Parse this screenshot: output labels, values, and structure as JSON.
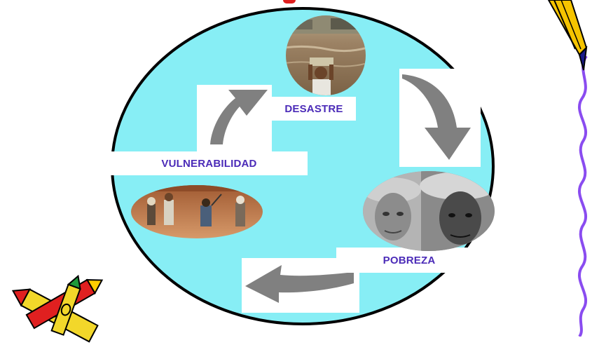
{
  "diagram": {
    "labels": {
      "desastre": "DESASTRE",
      "pobreza": "POBREZA",
      "vulnerabilidad": "VULNERABILIDAD"
    }
  },
  "colors": {
    "circle_fill": "#87eef5",
    "label_text": "#4b2bb8",
    "arrow_fill": "#808080",
    "accent_red": "#e02020",
    "wavy_line": "#8a4cf0"
  },
  "icons": [
    "pencil-icon",
    "crayons-icon"
  ]
}
